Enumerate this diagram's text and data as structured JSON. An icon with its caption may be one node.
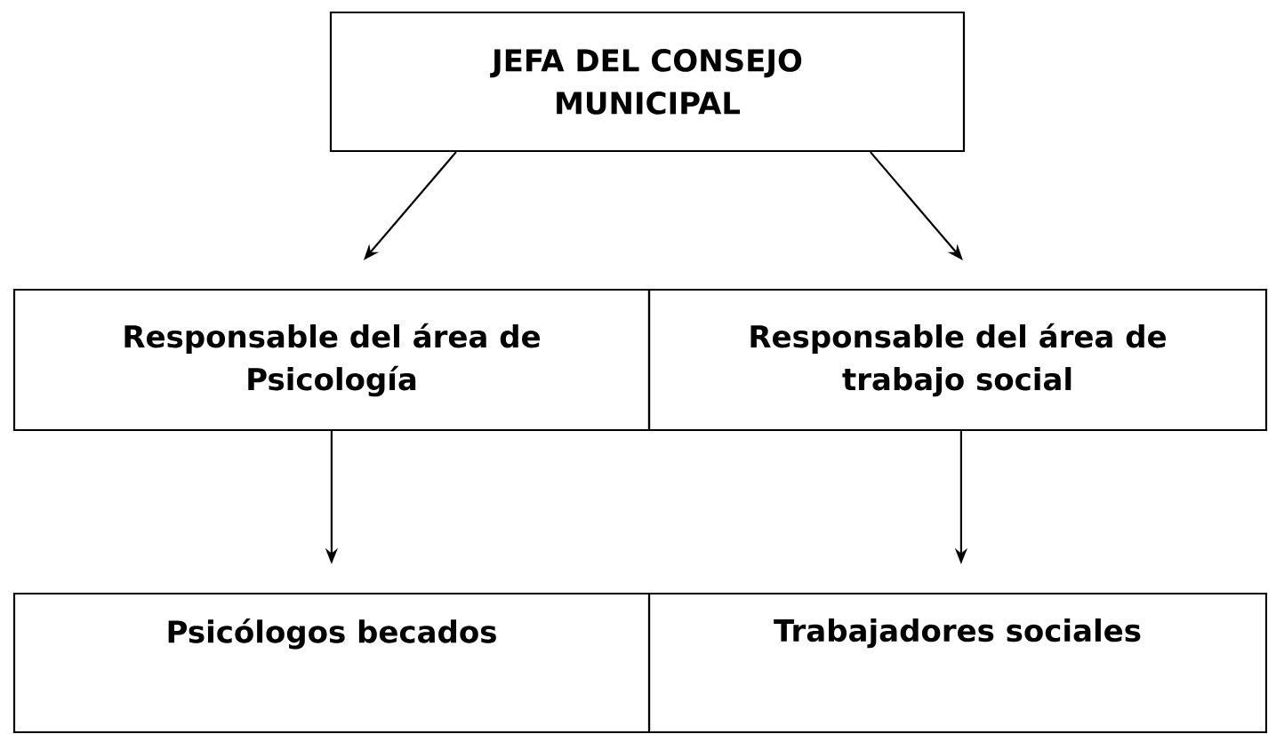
{
  "diagram": {
    "nodes": [
      {
        "text": [
          "JEFA DEL CONSEJO MUNICIPAL"
        ]
      },
      {
        "text": [
          "Responsable del área de Psicología"
        ]
      },
      {
        "text": [
          "Responsable del área de trabajo social"
        ]
      },
      {
        "text": [
          "Psicólogos becados"
        ]
      },
      {
        "text": [
          "Trabajadores sociales"
        ]
      }
    ],
    "edges": [
      {
        "from": 0,
        "to": 1,
        "arrow": "to"
      },
      {
        "from": 0,
        "to": 2,
        "arrow": "to"
      },
      {
        "from": 1,
        "to": 3,
        "arrow": "to"
      },
      {
        "from": 2,
        "to": 4,
        "arrow": "to"
      }
    ]
  }
}
